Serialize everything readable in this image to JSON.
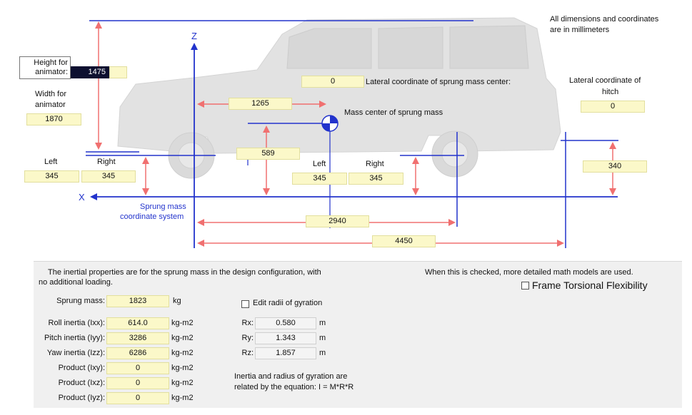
{
  "notes": {
    "dimensions_note_line1": "All dimensions and coordinates",
    "dimensions_note_line2": "are in millimeters"
  },
  "diagram": {
    "z_axis": "Z",
    "x_axis": "X",
    "sprung_coord_line1": "Sprung mass",
    "sprung_coord_line2": "coordinate system",
    "height_label_line1": "Height for",
    "height_label_line2": "animator:",
    "height_value": "1475",
    "width_label_line1": "Width for",
    "width_label_line2": "animator",
    "width_value": "1870",
    "lateral_cg_label": "Lateral coordinate of sprung mass center:",
    "lateral_cg_value": "0",
    "cg_x_value": "1265",
    "mass_center_label": "Mass center of sprung mass",
    "cg_z_value": "589",
    "lateral_hitch_line1": "Lateral coordinate of",
    "lateral_hitch_line2": "hitch",
    "lateral_hitch_value": "0",
    "hitch_height_value": "340",
    "front_left_label": "Left",
    "front_right_label": "Right",
    "front_left_value": "345",
    "front_right_value": "345",
    "rear_left_label": "Left",
    "rear_right_label": "Right",
    "rear_left_value": "345",
    "rear_right_value": "345",
    "wheelbase_value": "2940",
    "hitch_x_value": "4450"
  },
  "panel": {
    "intro_line1": "The inertial properties are for the sprung mass in the design configuration, with",
    "intro_line2": "no additional loading.",
    "frame_note": "When this is checked, more detailed math models are used.",
    "frame_checkbox_label": "Frame Torsional Flexibility",
    "sprung_mass_label": "Sprung mass:",
    "sprung_mass_value": "1823",
    "sprung_mass_unit": "kg",
    "roll_label": "Roll inertia (Ixx):",
    "roll_value": "614.0",
    "pitch_label": "Pitch inertia (Iyy):",
    "pitch_value": "3286",
    "yaw_label": "Yaw inertia (Izz):",
    "yaw_value": "6286",
    "ixy_label": "Product (Ixy):",
    "ixy_value": "0",
    "ixz_label": "Product (Ixz):",
    "ixz_value": "0",
    "iyz_label": "Product (Iyz):",
    "iyz_value": "0",
    "inertia_unit": "kg-m2",
    "edit_radii_label": "Edit radii of gyration",
    "rx_label": "Rx:",
    "rx_value": "0.580",
    "ry_label": "Ry:",
    "ry_value": "1.343",
    "rz_label": "Rz:",
    "rz_value": "1.857",
    "radius_unit": "m",
    "equation_line1": "Inertia and radius of gyration are",
    "equation_line2": "related by the equation: I = M*R*R"
  },
  "colors": {
    "dimension_arrow": "#f07070",
    "axis_blue": "#2233cc",
    "field_fill": "#fbf8c9",
    "panel_bg": "#f0f0f0"
  }
}
